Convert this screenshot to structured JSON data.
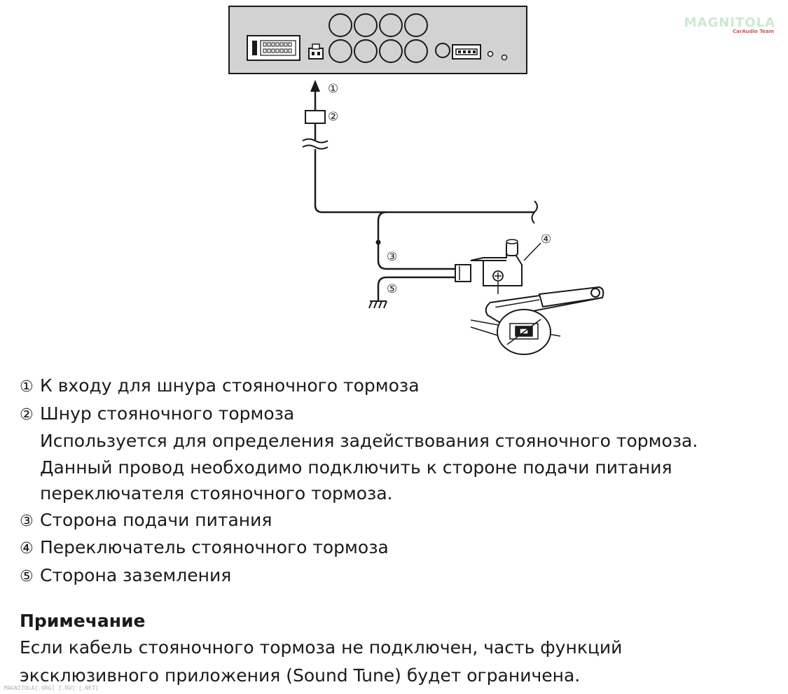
{
  "watermark": {
    "brand": "MAGNITOLA",
    "tagline": "CarAudio Team",
    "footer": "MAGNITOLA[.ORG] [.RU] [.NET]"
  },
  "diagram": {
    "callouts": [
      "①",
      "②",
      "③",
      "④",
      "⑤"
    ]
  },
  "legend": [
    {
      "num": "①",
      "text": "К входу для шнура стояночного тормоза"
    },
    {
      "num": "②",
      "text": "Шнур стояночного тормоза",
      "lines": [
        "Используется для определения задействования стояночного тормоза.",
        "Данный провод необходимо подключить к стороне подачи питания",
        "переключателя стояночного тормоза."
      ]
    },
    {
      "num": "③",
      "text": "Сторона подачи питания"
    },
    {
      "num": "④",
      "text": "Переключатель стояночного тормоза"
    },
    {
      "num": "⑤",
      "text": "Сторона заземления"
    }
  ],
  "note": {
    "title": "Примечание",
    "lines": [
      "Если кабель стояночного тормоза не подключен, часть функций",
      "эксклюзивного приложения (Sound Tune) будет ограничена."
    ]
  },
  "colors": {
    "unit_fill": "#d2d2d2",
    "stroke": "#1a1a1a",
    "watermark_green": "#cde8cf",
    "watermark_red": "#c45a5a"
  }
}
